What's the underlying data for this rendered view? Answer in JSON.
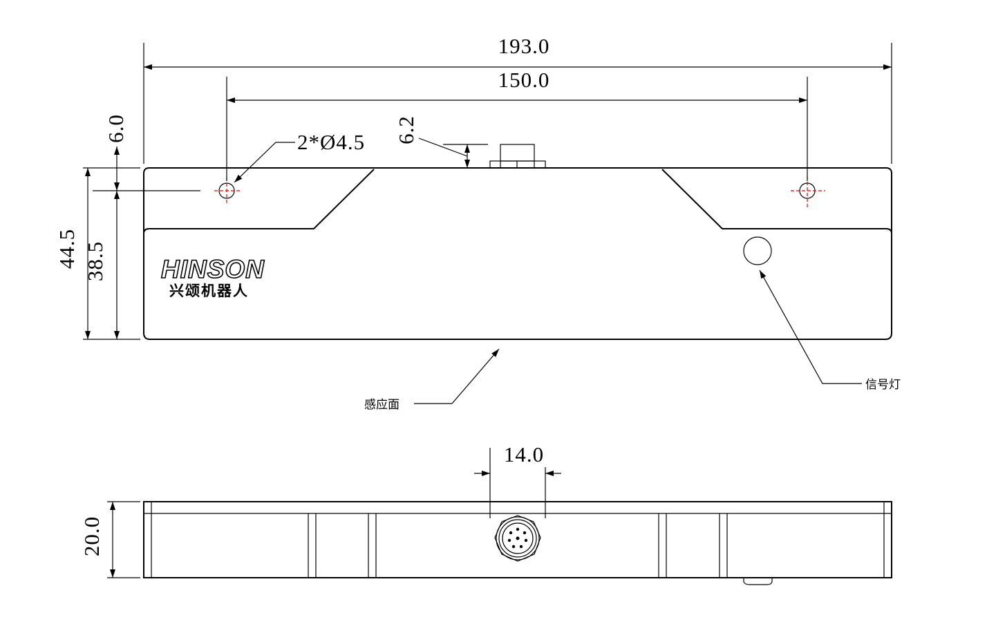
{
  "dimensions": {
    "overall_width": "193.0",
    "hole_spacing": "150.0",
    "hole_offset": "6.0",
    "holes": "2*Ø4.5",
    "connector_height": "6.2",
    "total_height": "44.5",
    "body_height": "38.5",
    "connector_width": "14.0",
    "thickness": "20.0"
  },
  "labels": {
    "sensing_face": "感应面",
    "signal_light": "信号灯"
  },
  "logo": {
    "brand": "HINSON",
    "subtitle": "兴颂机器人"
  },
  "colors": {
    "line": "#000000",
    "centerline": "#e00000",
    "background": "#ffffff"
  }
}
